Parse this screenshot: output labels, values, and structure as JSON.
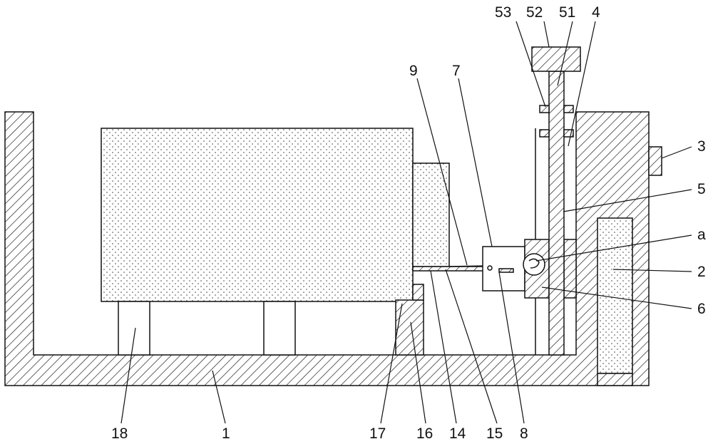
{
  "diagram": {
    "colors": {
      "line": "#111111",
      "background": "#ffffff",
      "hatch": "#111111",
      "dots": "#222222"
    },
    "labels": {
      "l53": "53",
      "l52": "52",
      "l51": "51",
      "l4": "4",
      "l9": "9",
      "l7": "7",
      "l3": "3",
      "l5": "5",
      "la": "a",
      "l2": "2",
      "l6": "6",
      "l18": "18",
      "l1": "1",
      "l17": "17",
      "l16": "16",
      "l14": "14",
      "l15": "15",
      "l8": "8"
    }
  }
}
